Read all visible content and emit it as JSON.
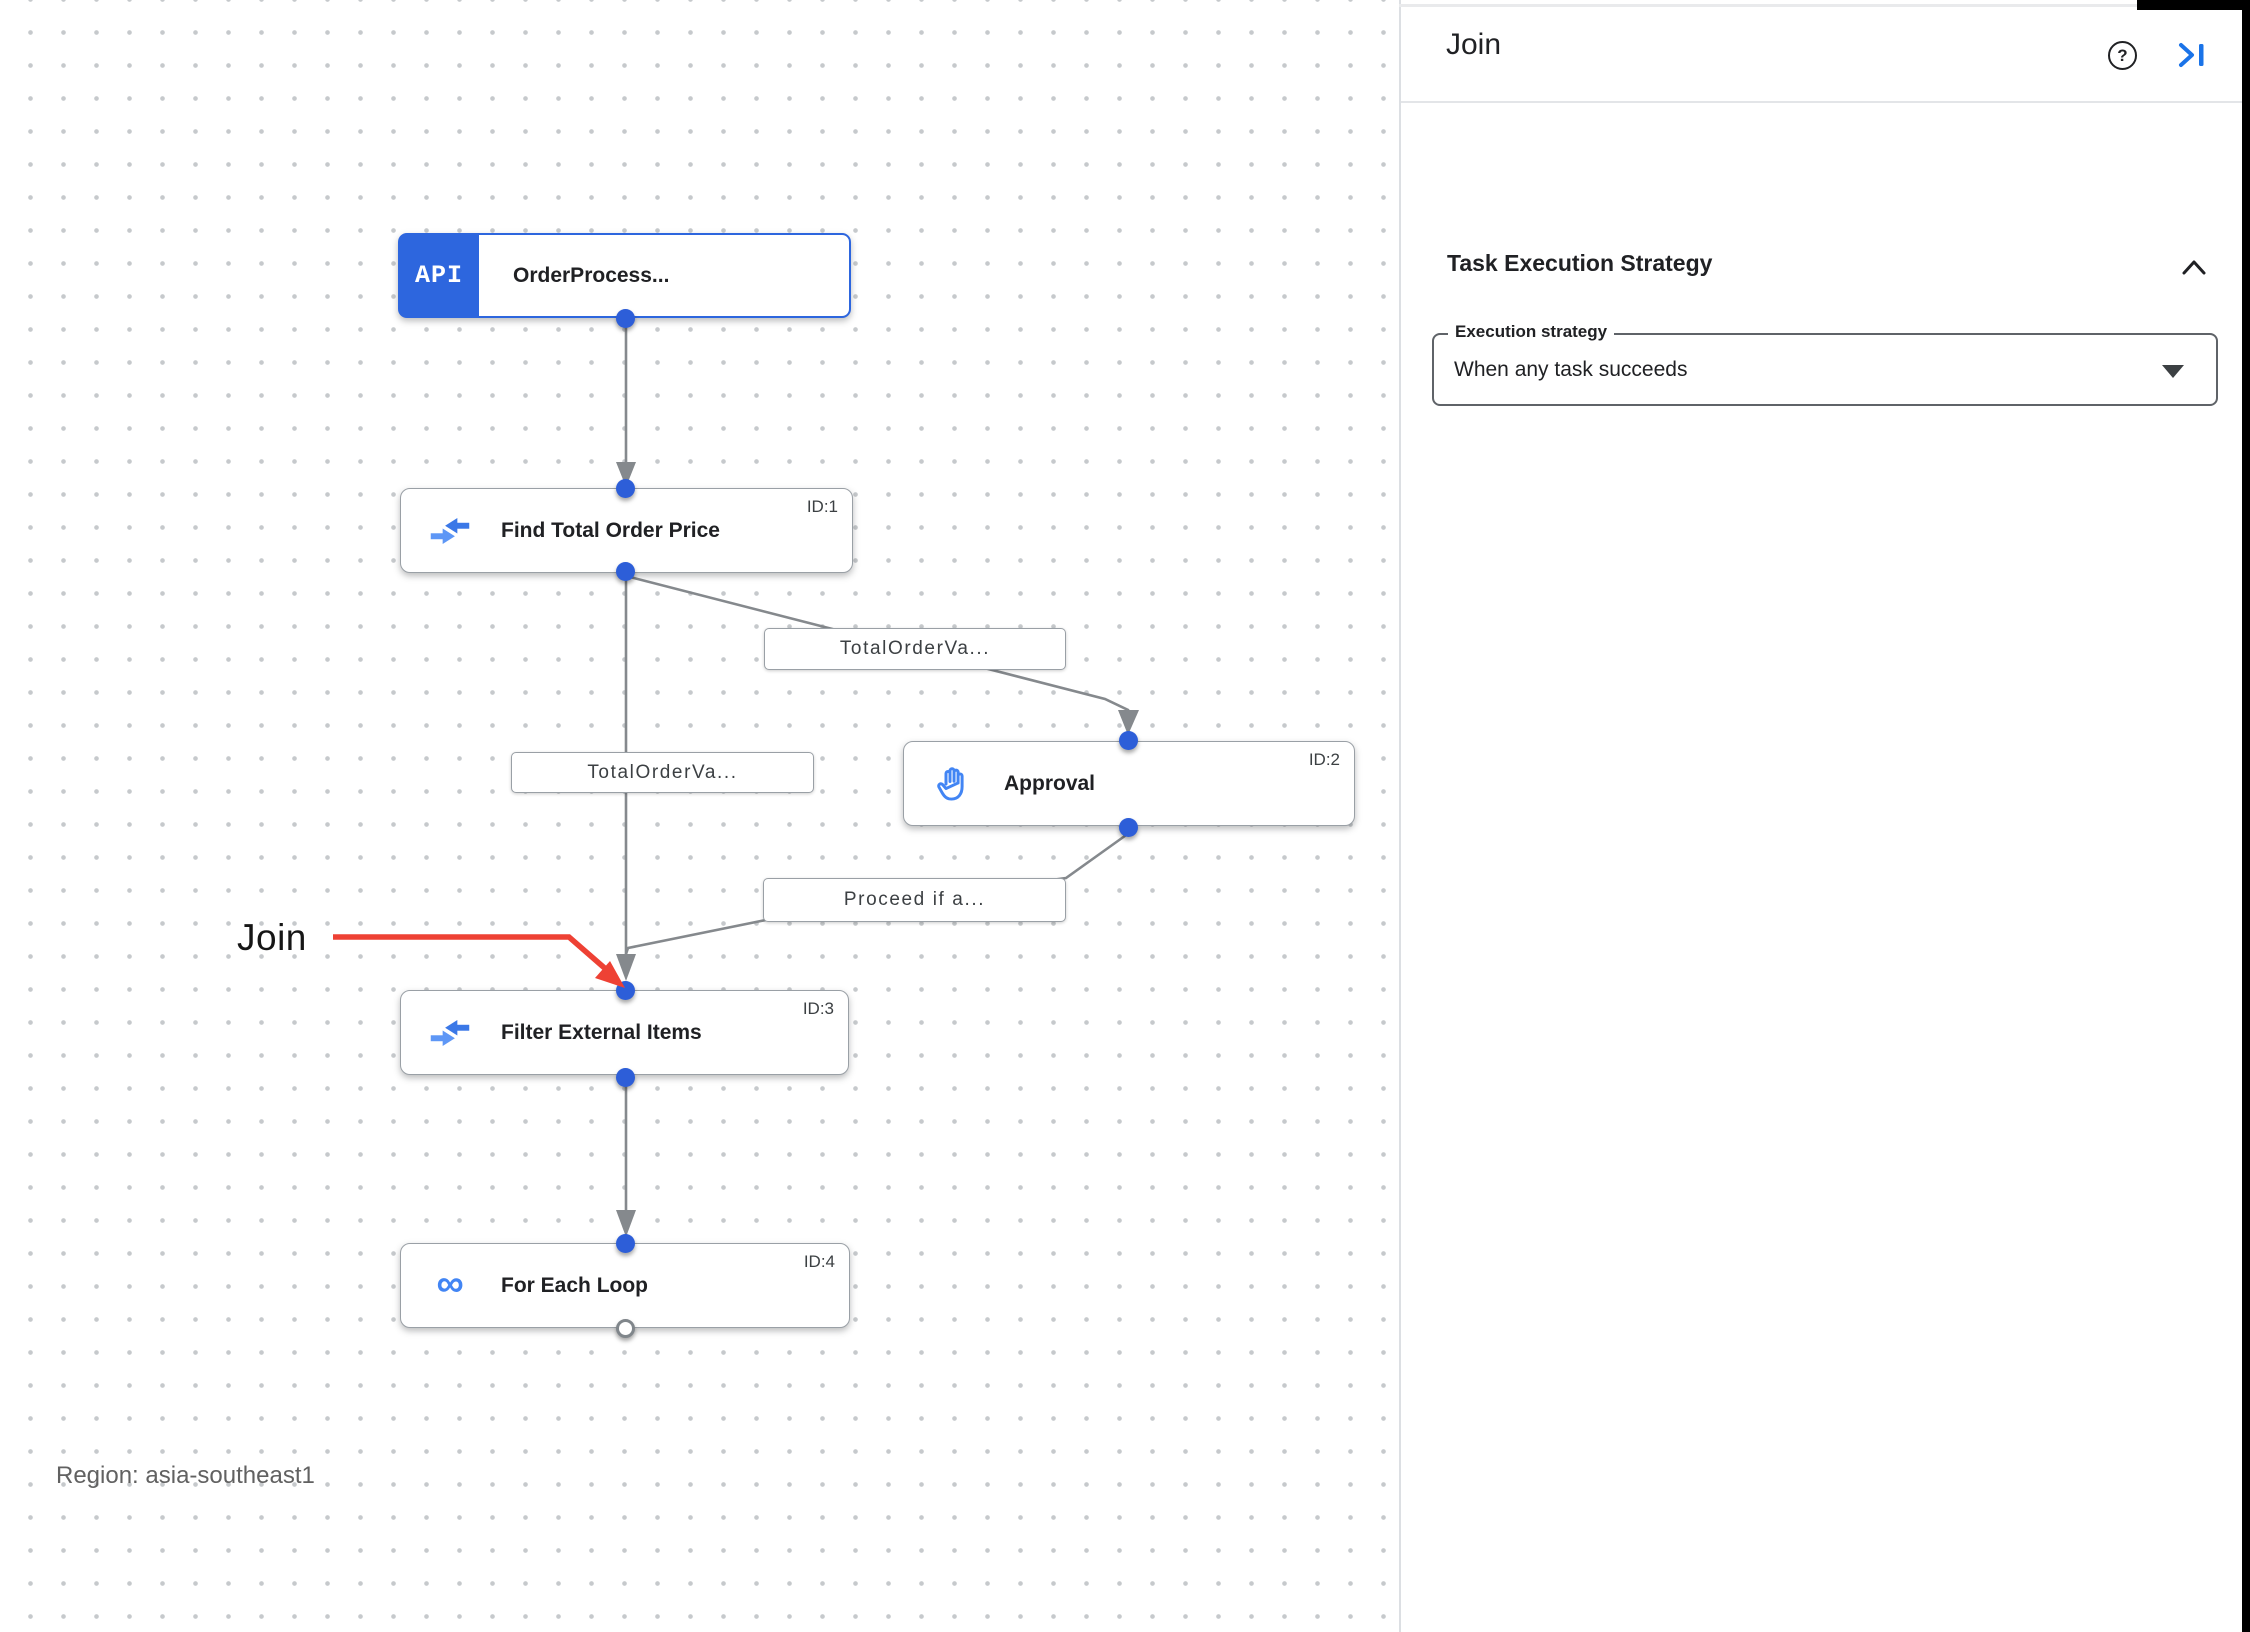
{
  "panel": {
    "title": "Join",
    "help_icon": "help-circle-icon",
    "collapse_icon": "collapse-panel-icon",
    "section": {
      "title": "Task Execution Strategy",
      "field_label": "Execution strategy",
      "field_value": "When any task succeeds"
    }
  },
  "canvas": {
    "annotation_label": "Join",
    "region_label": "Region: asia-southeast1",
    "api_badge": "API",
    "loop_glyph": "∞",
    "nodes": [
      {
        "title": "OrderProcess...",
        "id": "",
        "icon": "api"
      },
      {
        "title": "Find Total Order Price",
        "id": "ID:1",
        "icon": "data-mapping"
      },
      {
        "title": "Approval",
        "id": "ID:2",
        "icon": "approval-hand"
      },
      {
        "title": "Filter External Items",
        "id": "ID:3",
        "icon": "data-mapping"
      },
      {
        "title": "For Each Loop",
        "id": "ID:4",
        "icon": "loop"
      }
    ],
    "edge_labels": [
      {
        "text": "TotalOrderVa..."
      },
      {
        "text": "TotalOrderVa..."
      },
      {
        "text": "Proceed if a..."
      }
    ]
  },
  "colors": {
    "accent_blue": "#2d66de",
    "icon_blue": "#4285f4",
    "dot_blue": "#2d5ed8",
    "edge_gray": "#85898d",
    "annotation_red": "#ee4134"
  }
}
